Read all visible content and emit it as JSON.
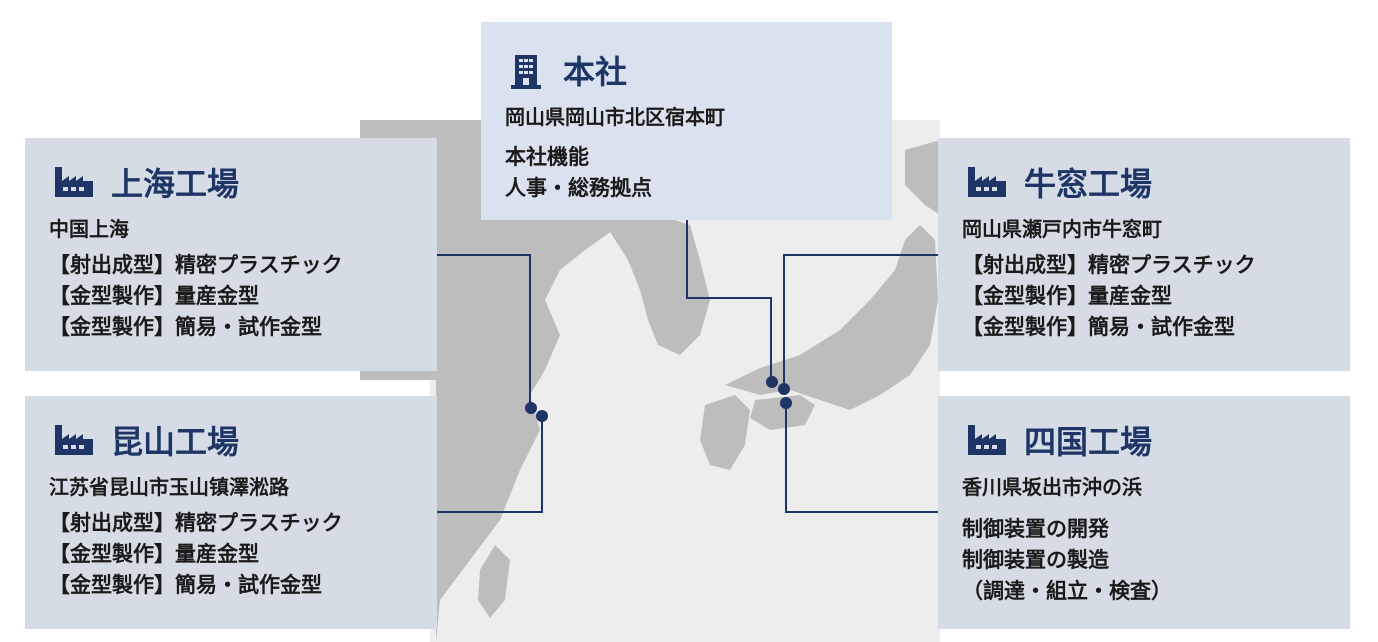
{
  "offices": {
    "honsha": {
      "title": "本社",
      "icon": "building-icon",
      "location": "岡山県岡山市北区宿本町",
      "lines": [
        "本社機能",
        "人事・総務拠点"
      ]
    },
    "shanghai": {
      "title": "上海工場",
      "icon": "factory-icon",
      "location": "中国上海",
      "lines": [
        "【射出成型】精密プラスチック",
        "【金型製作】量産金型",
        "【金型製作】簡易・試作金型"
      ]
    },
    "kunshan": {
      "title": "昆山工場",
      "icon": "factory-icon",
      "location": "江苏省昆山市玉山镇澤淞路",
      "lines": [
        "【射出成型】精密プラスチック",
        "【金型製作】量産金型",
        "【金型製作】簡易・試作金型"
      ]
    },
    "ushimado": {
      "title": "牛窓工場",
      "icon": "factory-icon",
      "location": "岡山県瀬戸内市牛窓町",
      "lines": [
        "【射出成型】精密プラスチック",
        "【金型製作】量産金型",
        "【金型製作】簡易・試作金型"
      ]
    },
    "shikoku": {
      "title": "四国工場",
      "icon": "factory-icon",
      "location": "香川県坂出市沖の浜",
      "lines": [
        "制御装置の開発",
        "制御装置の製造",
        "（調達・組立・検査）"
      ]
    }
  },
  "colors": {
    "accent": "#1f3566",
    "card_bg": "#d6dce6",
    "honsha_bg": "#dae2f0",
    "land": "#bdbdbd",
    "sea": "#eeeeee"
  }
}
